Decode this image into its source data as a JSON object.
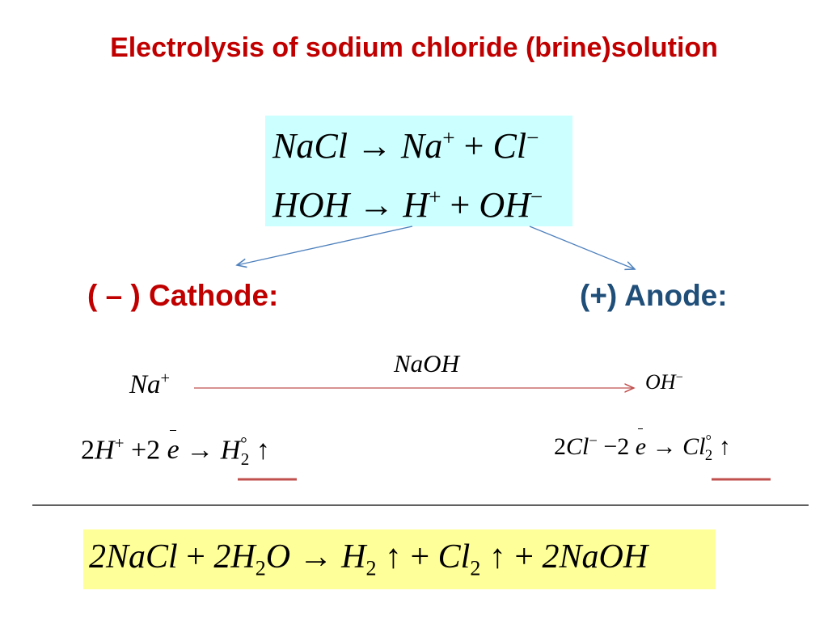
{
  "slide": {
    "title": "Electrolysis of sodium chloride (brine)solution",
    "dissociation": {
      "line1": {
        "left": "NaCl",
        "arrow": "→",
        "ion1": "Na",
        "ion1_charge": "+",
        "plus": "+",
        "ion2": "Cl",
        "ion2_charge": "−"
      },
      "line2": {
        "left": "HOH",
        "arrow": "→",
        "ion1": "H",
        "ion1_charge": "+",
        "plus": "+",
        "ion2": "OH",
        "ion2_charge": "−"
      }
    },
    "cathode_label": "( – ) Cathode:",
    "anode_label": "(+) Anode:",
    "middle": {
      "left_ion": "Na",
      "left_ion_charge": "+",
      "product": "NaOH",
      "right_ion": "OH",
      "right_ion_charge": "−"
    },
    "cathode_reaction": {
      "coef1": "2",
      "species1": "H",
      "charge1": "+",
      "plus": "+",
      "coef2": "2",
      "electron": "e",
      "arrow": "→",
      "product": "H",
      "product_sub": "2",
      "product_sup": "°",
      "gas": "↑"
    },
    "anode_reaction": {
      "coef1": "2",
      "species1": "Cl",
      "charge1": "−",
      "minus": "−",
      "coef2": "2",
      "electron": "e",
      "arrow": "→",
      "product": "Cl",
      "product_sub": "2",
      "product_sup": "°",
      "gas": "↑"
    },
    "overall": {
      "r1": "2NaCl",
      "plus1": "+",
      "r2": "2H",
      "r2_sub": "2",
      "r2_tail": "O",
      "arrow": "→",
      "p1": "H",
      "p1_sub": "2",
      "gas1": "↑",
      "plus2": "+",
      "p2": "Cl",
      "p2_sub": "2",
      "gas2": "↑",
      "plus3": "+",
      "p3": "2NaOH"
    },
    "colors": {
      "title": "#c00000",
      "anode": "#1f4e79",
      "cyan_box": "#ccffff",
      "yellow_box": "#ffff99",
      "underline": "#c0504d"
    }
  }
}
